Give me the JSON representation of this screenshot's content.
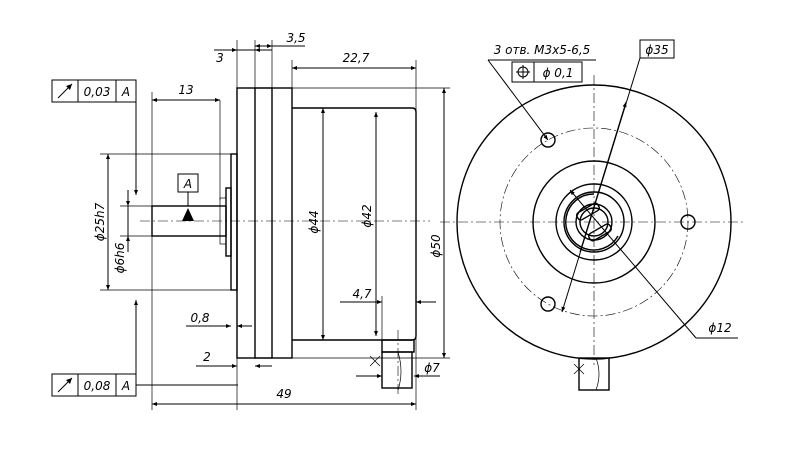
{
  "dimensions": {
    "d3": "3",
    "d3_5": "3,5",
    "d22_7": "22,7",
    "d13": "13",
    "d25h7": "ϕ25h7",
    "d6h6": "ϕ6h6",
    "d44": "ϕ44",
    "d42": "ϕ42",
    "d50": "ϕ50",
    "d4_7": "4,7",
    "d0_8": "0,8",
    "d2": "2",
    "d49": "49",
    "d7": "ϕ7",
    "d12": "ϕ12",
    "d35": "ϕ35",
    "holes": "3 отв. М3х5-6,5"
  },
  "tolerances": {
    "runout_top_value": "0,03",
    "runout_top_datum": "A",
    "runout_bottom_value": "0,08",
    "runout_bottom_datum": "A",
    "position_value": "ϕ 0,1",
    "datum_label": "A"
  },
  "icons": {
    "runout": "runout-arrow-icon",
    "position": "position-crosshair-icon",
    "datum": "datum-triangle-icon"
  }
}
